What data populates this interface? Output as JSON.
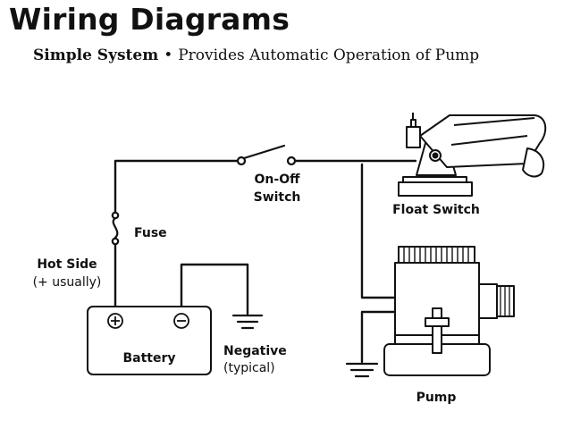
{
  "header": {
    "title": "Wiring Diagrams",
    "subtitle_bold": "Simple System",
    "subtitle_sep": "•",
    "subtitle_rest": "Provides Automatic Operation of Pump"
  },
  "labels": {
    "on_off_line1": "On-Off",
    "on_off_line2": "Switch",
    "float_switch": "Float Switch",
    "fuse": "Fuse",
    "hot_side": "Hot Side",
    "hot_side_note": "(+ usually)",
    "battery": "Battery",
    "battery_plus": "+",
    "battery_minus": "−",
    "negative": "Negative",
    "negative_note": "(typical)",
    "pump": "Pump"
  }
}
